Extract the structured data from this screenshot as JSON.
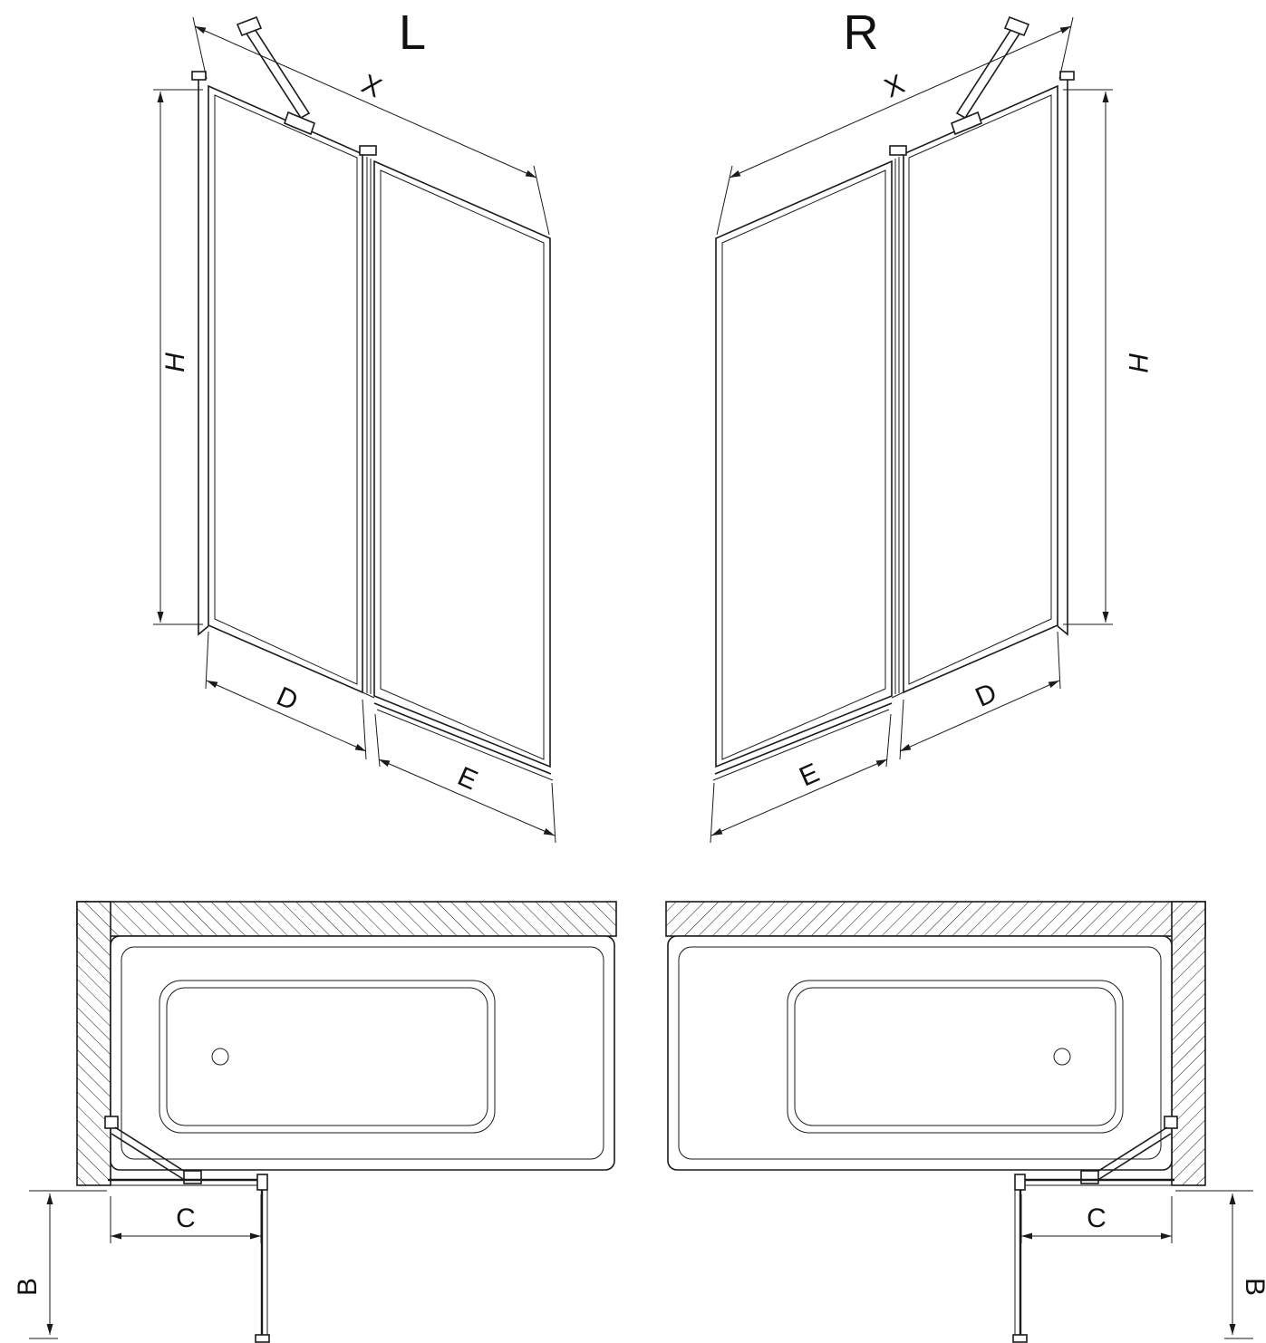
{
  "colors": {
    "line": "#1a1a1a",
    "background": "#ffffff"
  },
  "views": {
    "front_left": {
      "label": "L",
      "dims": {
        "x": "X",
        "h": "H",
        "d": "D",
        "e": "E"
      }
    },
    "front_right": {
      "label": "R",
      "dims": {
        "x": "X",
        "h": "H",
        "d": "D",
        "e": "E"
      }
    },
    "plan_left": {
      "dims": {
        "c": "C",
        "b": "B"
      }
    },
    "plan_right": {
      "dims": {
        "c": "C",
        "b": "B"
      }
    }
  }
}
